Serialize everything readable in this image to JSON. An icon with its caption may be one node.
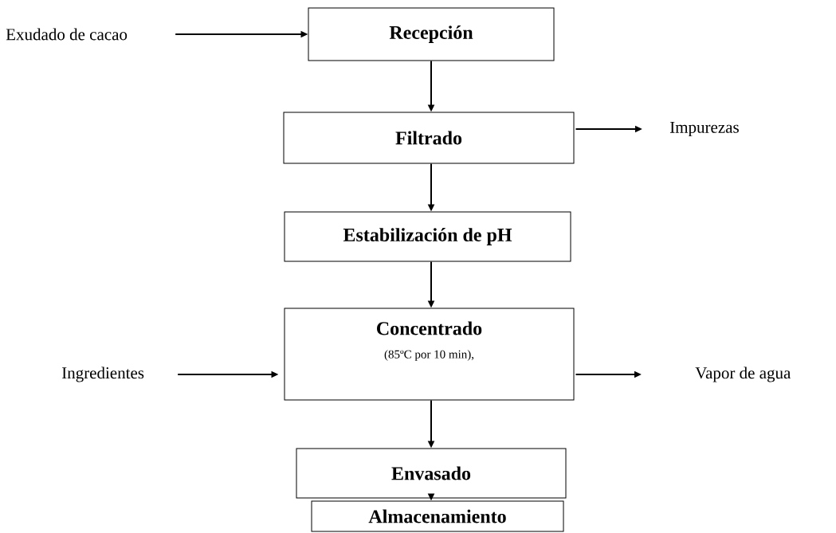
{
  "diagram": {
    "nodes": [
      {
        "text": [
          "Recepción"
        ]
      },
      {
        "text": [
          "Filtrado"
        ]
      },
      {
        "text": [
          "Estabilización de pH"
        ]
      },
      {
        "text": [
          "Concentrado",
          "(85ºC por 10 min),"
        ]
      },
      {
        "text": [
          "Envasado"
        ]
      },
      {
        "text": [
          "Almacenamiento"
        ]
      },
      {
        "text": [
          "Exudado de cacao"
        ]
      },
      {
        "text": [
          "Impurezas"
        ]
      },
      {
        "text": [
          "Ingredientes"
        ]
      },
      {
        "text": [
          "Vapor de agua"
        ]
      }
    ],
    "edges": [
      {
        "from": 6,
        "to": 0,
        "arrow": "to"
      },
      {
        "from": 0,
        "to": 1,
        "arrow": "to"
      },
      {
        "from": 1,
        "to": 7,
        "arrow": "to"
      },
      {
        "from": 1,
        "to": 2,
        "arrow": "to"
      },
      {
        "from": 2,
        "to": 3,
        "arrow": "to"
      },
      {
        "from": 8,
        "to": 3,
        "arrow": "to"
      },
      {
        "from": 3,
        "to": 9,
        "arrow": "to"
      },
      {
        "from": 3,
        "to": 4,
        "arrow": "to"
      },
      {
        "from": 4,
        "to": 5,
        "arrow": "to"
      }
    ]
  }
}
